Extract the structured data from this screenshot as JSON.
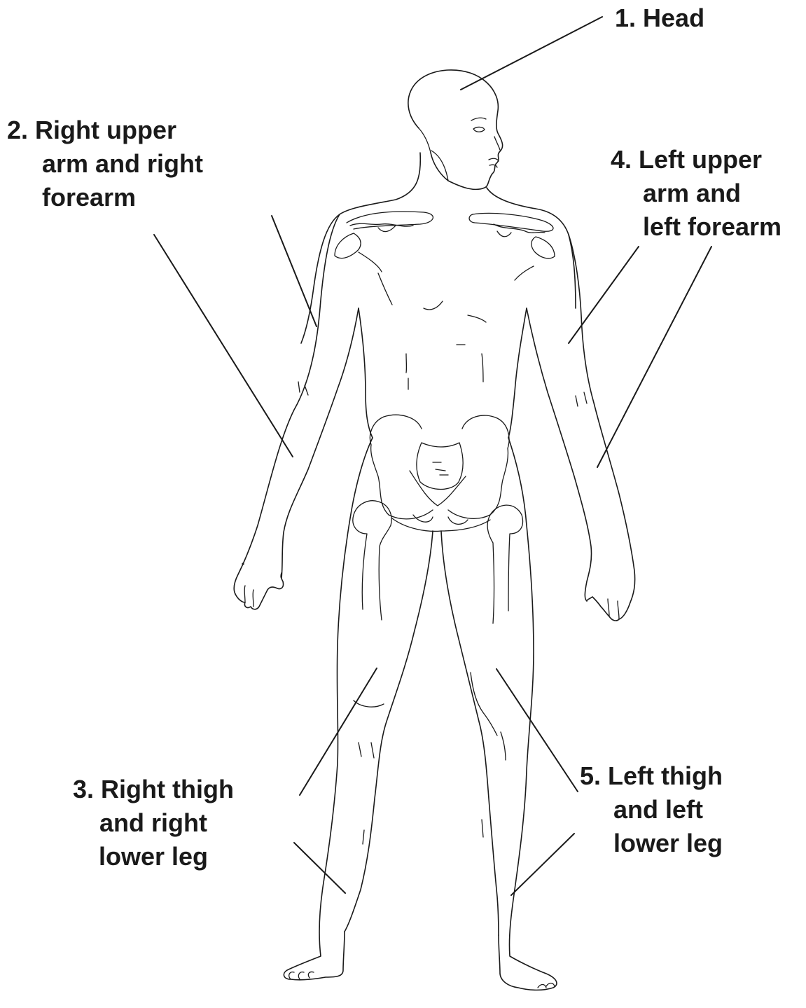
{
  "labels": {
    "head": {
      "lines": [
        "1. Head"
      ]
    },
    "right_arm": {
      "lines": [
        "2. Right upper",
        "arm and right",
        "forearm"
      ]
    },
    "right_leg": {
      "lines": [
        "3. Right thigh",
        "and right",
        "lower leg"
      ]
    },
    "left_arm": {
      "lines": [
        "4. Left upper",
        "arm and",
        "left forearm"
      ]
    },
    "left_leg": {
      "lines": [
        "5. Left thigh",
        "and left",
        "lower leg"
      ]
    }
  },
  "colors": {
    "ink": "#1a1a1a",
    "background": "#ffffff"
  }
}
